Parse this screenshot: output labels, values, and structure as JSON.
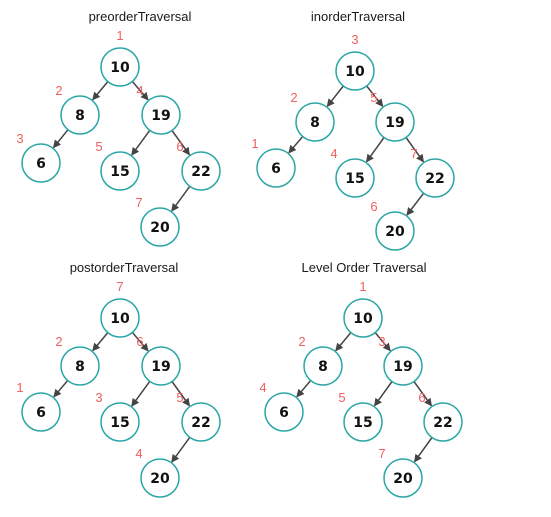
{
  "tree": {
    "nodes": [
      {
        "id": "n10",
        "value": "10"
      },
      {
        "id": "n8",
        "value": "8"
      },
      {
        "id": "n19",
        "value": "19"
      },
      {
        "id": "n6",
        "value": "6"
      },
      {
        "id": "n15",
        "value": "15"
      },
      {
        "id": "n22",
        "value": "22"
      },
      {
        "id": "n20",
        "value": "20"
      }
    ],
    "edges": [
      [
        "n10",
        "n8"
      ],
      [
        "n10",
        "n19"
      ],
      [
        "n8",
        "n6"
      ],
      [
        "n19",
        "n15"
      ],
      [
        "n19",
        "n22"
      ],
      [
        "n22",
        "n20"
      ]
    ]
  },
  "panels": [
    {
      "id": "preorder",
      "title": "preorderTraversal",
      "order": {
        "n10": "1",
        "n8": "2",
        "n6": "3",
        "n19": "4",
        "n15": "5",
        "n22": "6",
        "n20": "7"
      }
    },
    {
      "id": "inorder",
      "title": "inorderTraversal",
      "order": {
        "n6": "1",
        "n8": "2",
        "n10": "3",
        "n15": "4",
        "n19": "5",
        "n20": "6",
        "n22": "7"
      }
    },
    {
      "id": "postorder",
      "title": "postorderTraversal",
      "order": {
        "n6": "1",
        "n8": "2",
        "n15": "3",
        "n20": "4",
        "n22": "5",
        "n19": "6",
        "n10": "7"
      }
    },
    {
      "id": "levelorder",
      "title": "Level Order Traversal",
      "order": {
        "n10": "1",
        "n8": "2",
        "n19": "3",
        "n6": "4",
        "n15": "5",
        "n22": "6",
        "n20": "7"
      }
    }
  ]
}
